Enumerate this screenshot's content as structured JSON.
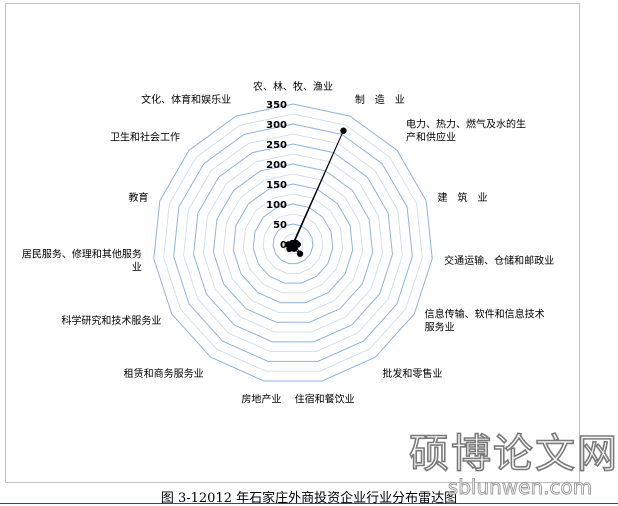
{
  "chart_data": {
    "type": "radar",
    "title": "",
    "categories": [
      "农、林、牧、渔业",
      "制　造　业",
      "电力、热力、燃气及水的生产和供应业",
      "建　筑　业",
      "交通运输、仓储和邮政业",
      "信息传输、软件和信息技术服务业",
      "批发和零售业",
      "住宿和餐饮业",
      "房地产业",
      "租赁和商务服务业",
      "科学研究和技术服务业",
      "居民服务、修理和其他服务业",
      "教育",
      "卫生和社会工作",
      "文化、体育和娱乐业"
    ],
    "category_lines": [
      [
        "农、林、牧、渔业"
      ],
      [
        "制　造　业"
      ],
      [
        "电力、热力、燃气及水的生",
        "产和供应业"
      ],
      [
        "建　筑　业"
      ],
      [
        "交通运输、仓储和邮政业"
      ],
      [
        "信息传输、软件和信息技术",
        "服务业"
      ],
      [
        "批发和零售业"
      ],
      [
        "住宿和餐饮业"
      ],
      [
        "房地产业"
      ],
      [
        "租赁和商务服务业"
      ],
      [
        "科学研究和技术服务业"
      ],
      [
        "居民服务、修理和其他服务",
        "业"
      ],
      [
        "教育"
      ],
      [
        "卫生和社会工作"
      ],
      [
        "文化、体育和娱乐业"
      ]
    ],
    "values": [
      2,
      310,
      3,
      8,
      12,
      8,
      30,
      12,
      10,
      15,
      5,
      12,
      3,
      3,
      2
    ],
    "r_ticks": [
      "0",
      "50",
      "100",
      "150",
      "200",
      "250",
      "300",
      "350"
    ],
    "r_range": [
      0,
      350
    ],
    "grid_levels": 14,
    "grid": true,
    "series_color": "#000000",
    "grid_color": "#8db4e2",
    "minor_grid_color": "#c9daee"
  },
  "caption": "图 3-12012 年石家庄外商投资企业行业分布雷达图",
  "watermark": {
    "text_cn": "硕博论文网",
    "text_url": "sblunwen.com"
  }
}
